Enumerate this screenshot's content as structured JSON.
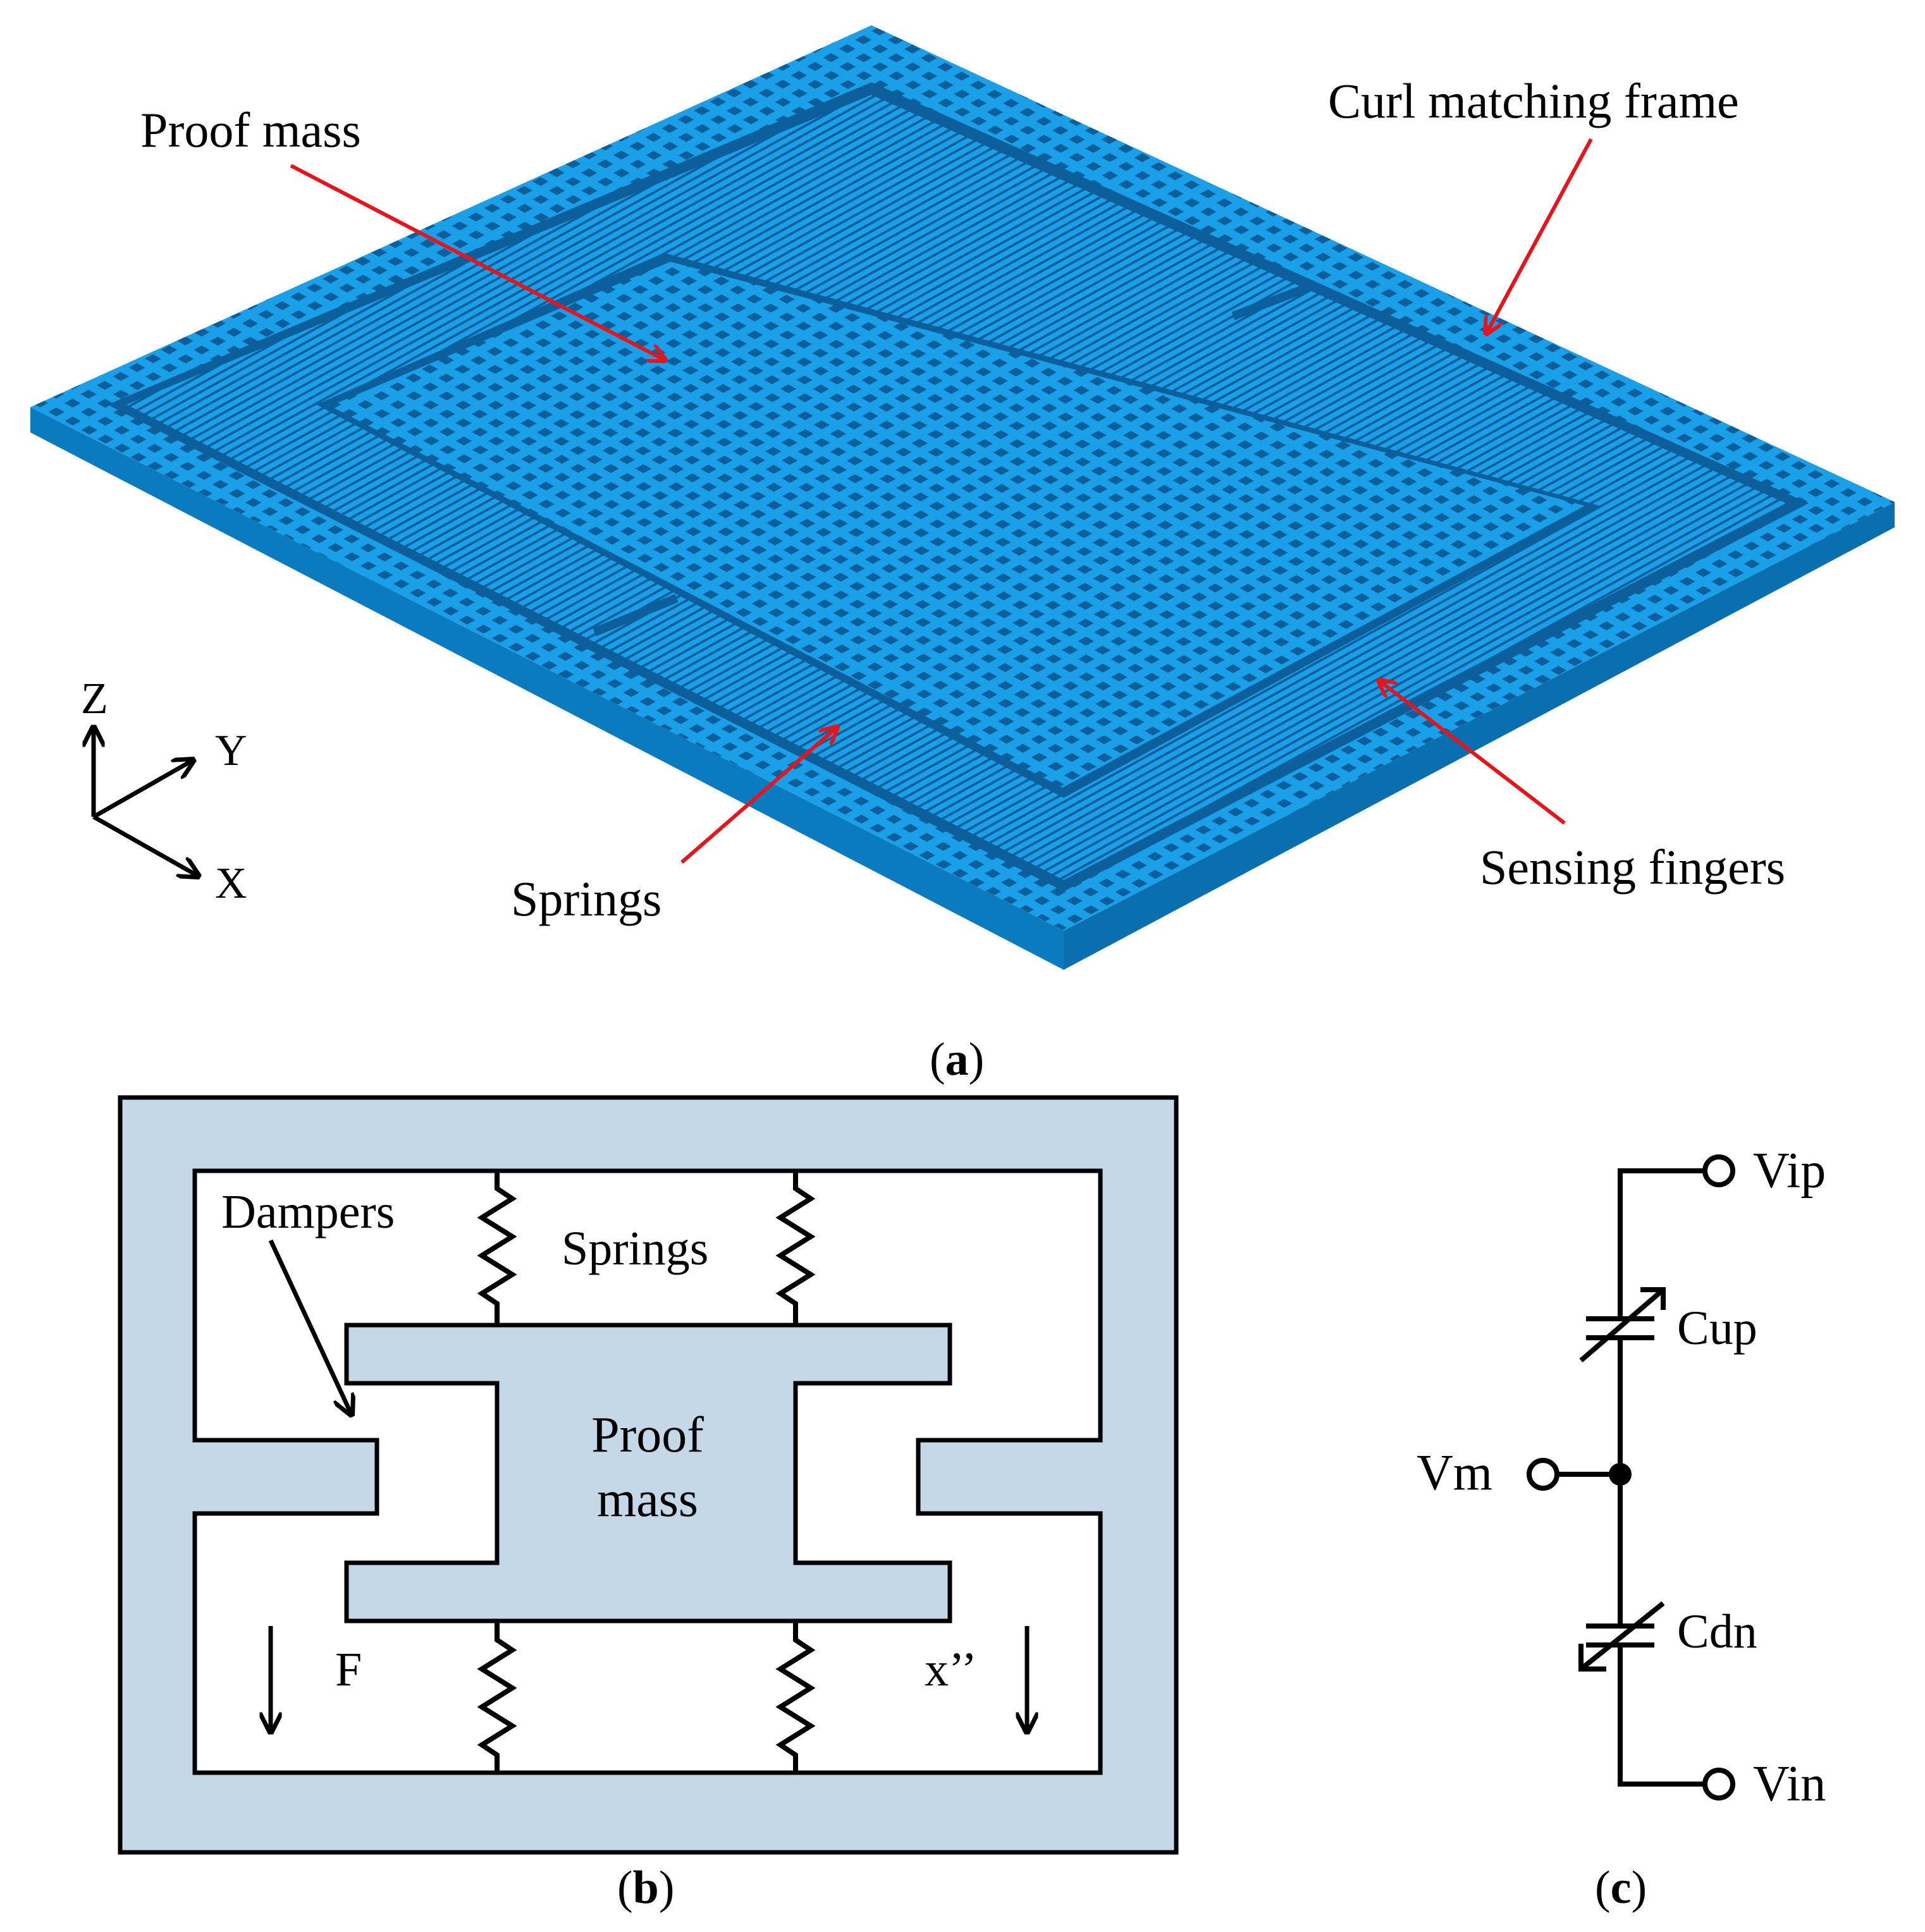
{
  "panel_a": {
    "label_prefix": "(",
    "label_letter": "a",
    "label_suffix": ")",
    "annotations": {
      "proof_mass": "Proof mass",
      "curl_frame": "Curl matching frame",
      "springs": "Springs",
      "sensing_fingers": "Sensing fingers"
    },
    "axes": {
      "z": "Z",
      "y": "Y",
      "x": "X"
    },
    "colors": {
      "device": "#1aa0e8",
      "device_dark": "#0b7bc0",
      "slot": "#0d5f9c",
      "arrow": "#e8141c"
    }
  },
  "panel_b": {
    "label_prefix": "(",
    "label_letter": "b",
    "label_suffix": ")",
    "dampers": "Dampers",
    "springs": "Springs",
    "proof_mass_line1": "Proof",
    "proof_mass_line2": "mass",
    "force": "F",
    "accel": "x’’",
    "colors": {
      "fill": "#c5d8e7",
      "stroke": "#000000"
    }
  },
  "panel_c": {
    "label_prefix": "(",
    "label_letter": "c",
    "label_suffix": ")",
    "vip": "Vip",
    "cup": "Cup",
    "vm": "Vm",
    "cdn": "Cdn",
    "vin": "Vin"
  }
}
